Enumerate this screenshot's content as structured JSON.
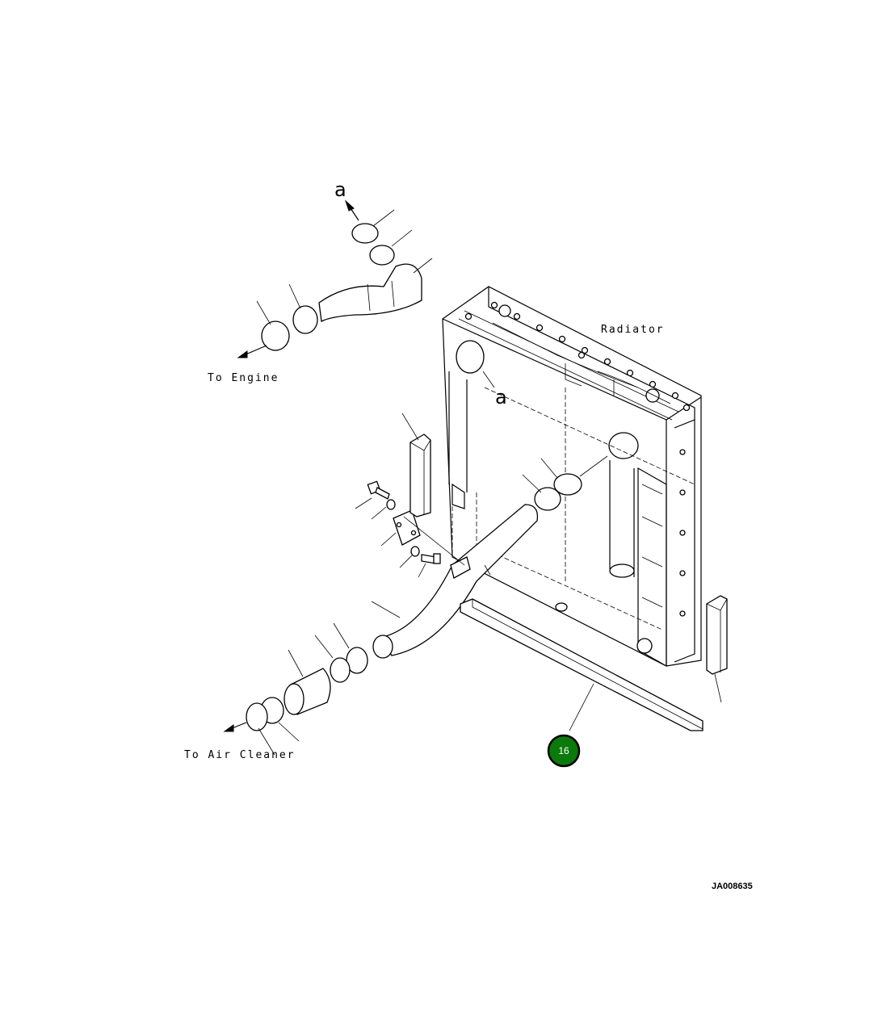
{
  "labels": {
    "to_engine": "To Engine",
    "to_air_cleaner": "To Air Cleaner",
    "radiator": "Radiator",
    "ref_a_top": "a",
    "ref_a_radiator": "a"
  },
  "callout": {
    "number": "16",
    "color": "#0a7a0a",
    "ring_color": "#000000"
  },
  "figure_id": "JA008635"
}
